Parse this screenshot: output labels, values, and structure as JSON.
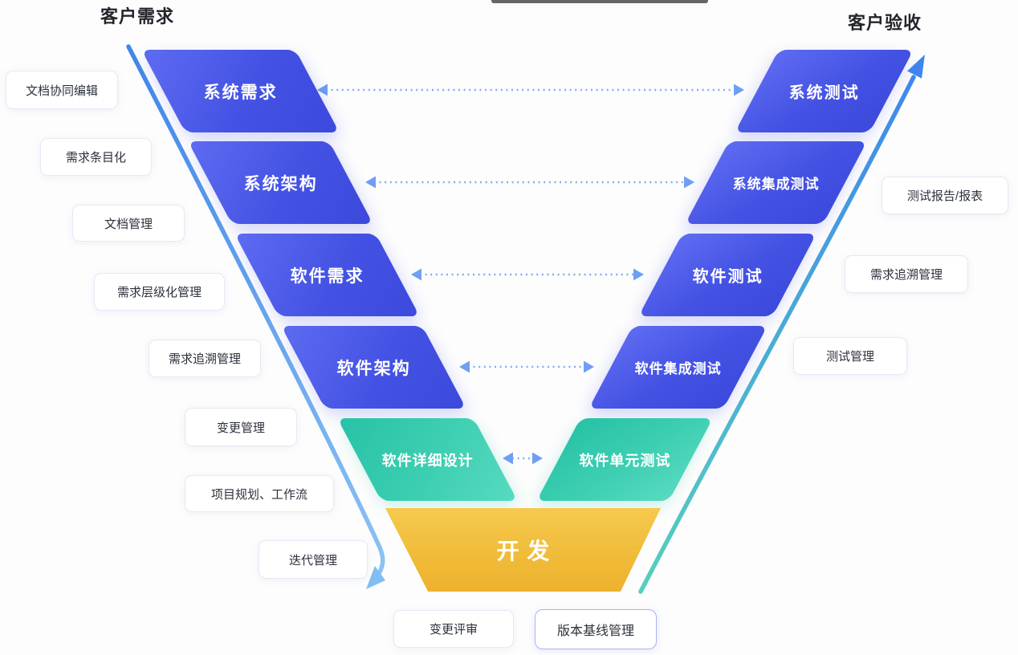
{
  "diagram": {
    "title_left": "客户需求",
    "title_right": "客户验收",
    "left_stages": [
      "系统需求",
      "系统架构",
      "软件需求",
      "软件架构",
      "软件详细设计"
    ],
    "right_stages": [
      "系统测试",
      "系统集成测试",
      "软件测试",
      "软件集成测试",
      "软件单元测试"
    ],
    "bottom_stage": "开发",
    "left_tools": [
      "文档协同编辑",
      "需求条目化",
      "文档管理",
      "需求层级化管理",
      "需求追溯管理",
      "变更管理",
      "项目规划、工作流",
      "迭代管理"
    ],
    "right_tools": [
      "测试报告/报表",
      "需求追溯管理",
      "测试管理"
    ],
    "bottom_tools": [
      {
        "label": "变更评审",
        "highlighted": false
      },
      {
        "label": "版本基线管理",
        "highlighted": true
      }
    ],
    "colors": {
      "stage_blue_start": "#5e6bf1",
      "stage_blue_end": "#3b49dc",
      "stage_teal_start": "#27c2a6",
      "stage_teal_end": "#58dac1",
      "stage_yellow_start": "#f6c94e",
      "stage_yellow_end": "#edb22e",
      "dotted_arrow": "#7fadf4",
      "dotted_arrow_head": "#6f9ff3",
      "arm_left_start": "#4087e8",
      "arm_left_end": "#8cc3f4",
      "arm_right_start": "#55d0bd",
      "arm_right_end": "#3f86f0",
      "highlight_border": "#a9b4f0"
    }
  }
}
